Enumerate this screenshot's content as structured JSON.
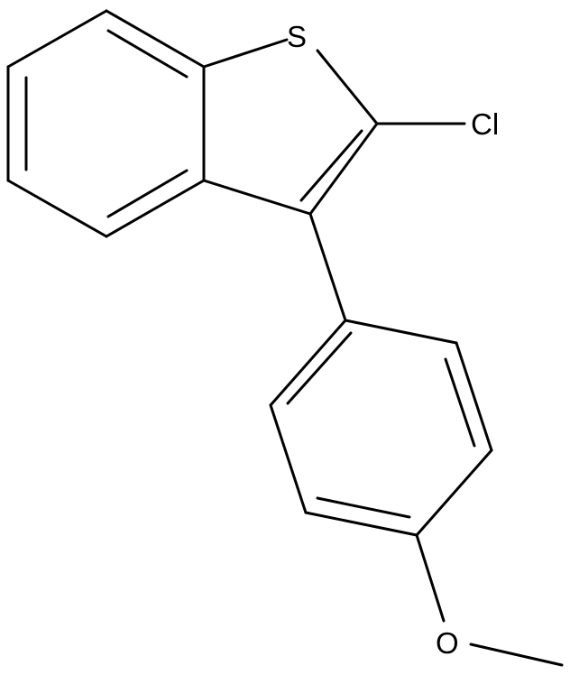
{
  "molecule": {
    "atoms": {
      "sulfur": "S",
      "chlorine": "Cl",
      "oxygen": "O"
    },
    "colors": {
      "bond": "#000000",
      "label": "#000000",
      "background": "#ffffff"
    }
  }
}
